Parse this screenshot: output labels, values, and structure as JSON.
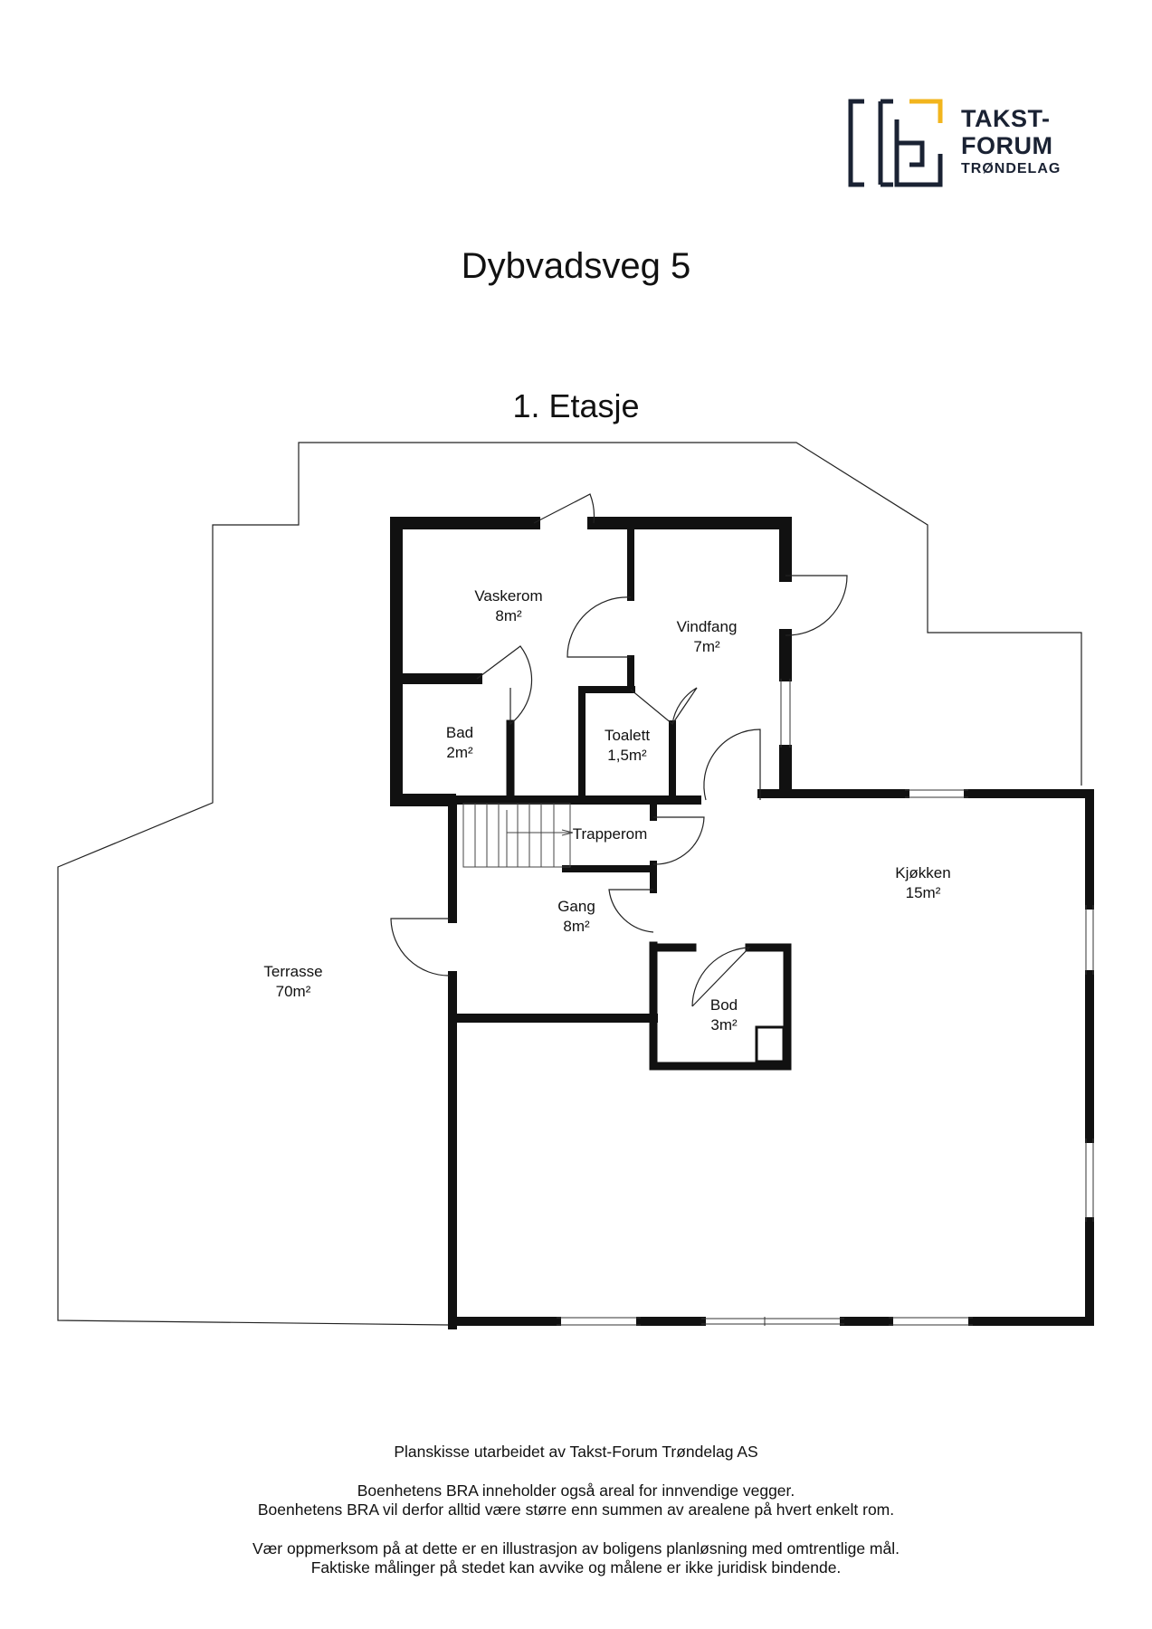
{
  "logo": {
    "line1": "TAKST-",
    "line2": "FORUM",
    "line3": "TRØNDELAG",
    "navy": "#1a2233",
    "accent": "#f2b51d"
  },
  "title": "Dybvadsveg 5",
  "floor": "1. Etasje",
  "rooms": {
    "vaskerom": {
      "name": "Vaskerom",
      "area": "8m²"
    },
    "vindfang": {
      "name": "Vindfang",
      "area": "7m²"
    },
    "bad": {
      "name": "Bad",
      "area": "2m²"
    },
    "toalett": {
      "name": "Toalett",
      "area": "1,5m²"
    },
    "trapperom": {
      "name": "Trapperom"
    },
    "kjokken": {
      "name": "Kjøkken",
      "area": "15m²"
    },
    "gang": {
      "name": "Gang",
      "area": "8m²"
    },
    "terrasse": {
      "name": "Terrasse",
      "area": "70m²"
    },
    "bod": {
      "name": "Bod",
      "area": "3m²"
    }
  },
  "footer": {
    "credit": "Planskisse utarbeidet av Takst-Forum Trøndelag AS",
    "note1": "Boenhetens BRA inneholder også areal for innvendige vegger.",
    "note2": "Boenhetens BRA vil derfor alltid være større enn summen av arealene på hvert enkelt rom.",
    "disclaimer1": "Vær oppmerksom på at dette er en illustrasjon av boligens planløsning med omtrentlige mål.",
    "disclaimer2": "Faktiske målinger på stedet kan avvike og målene er ikke juridisk bindende."
  }
}
